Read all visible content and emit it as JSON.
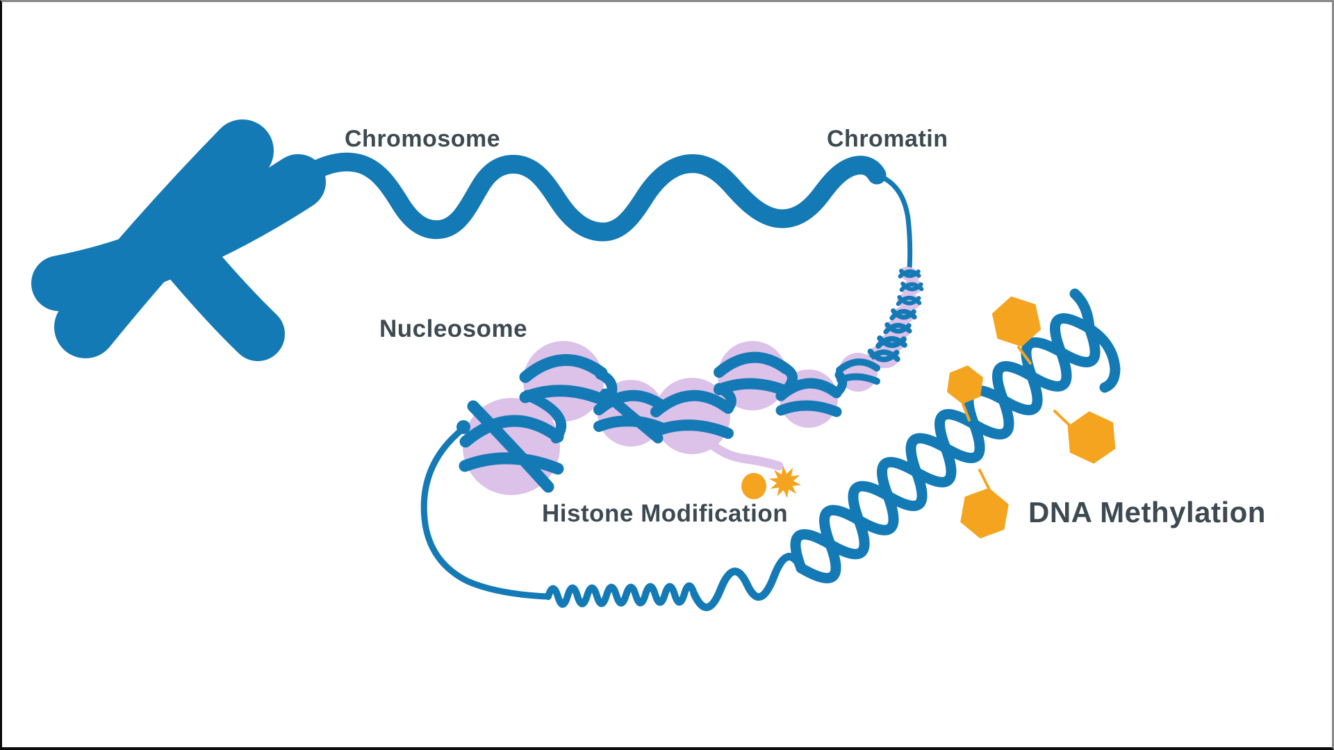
{
  "diagram": {
    "labels": {
      "chromosome": "Chromosome",
      "chromatin": "Chromatin",
      "nucleosome": "Nucleosome",
      "histone_modification": "Histone Modification",
      "dna_methylation": "DNA Methylation"
    },
    "colors": {
      "dna_blue": "#147ab5",
      "histone_lavender": "#dcc1e8",
      "modification_orange": "#f5a420",
      "label_text": "#3d4a52",
      "background": "#ffffff",
      "frame_dark": "#0b0b0b",
      "frame_gray": "#8a8a8a"
    },
    "icons": {
      "methyl_group": "hexagon-icon",
      "histone_mark_round": "dot-icon",
      "histone_mark_burst": "starburst-icon"
    }
  }
}
